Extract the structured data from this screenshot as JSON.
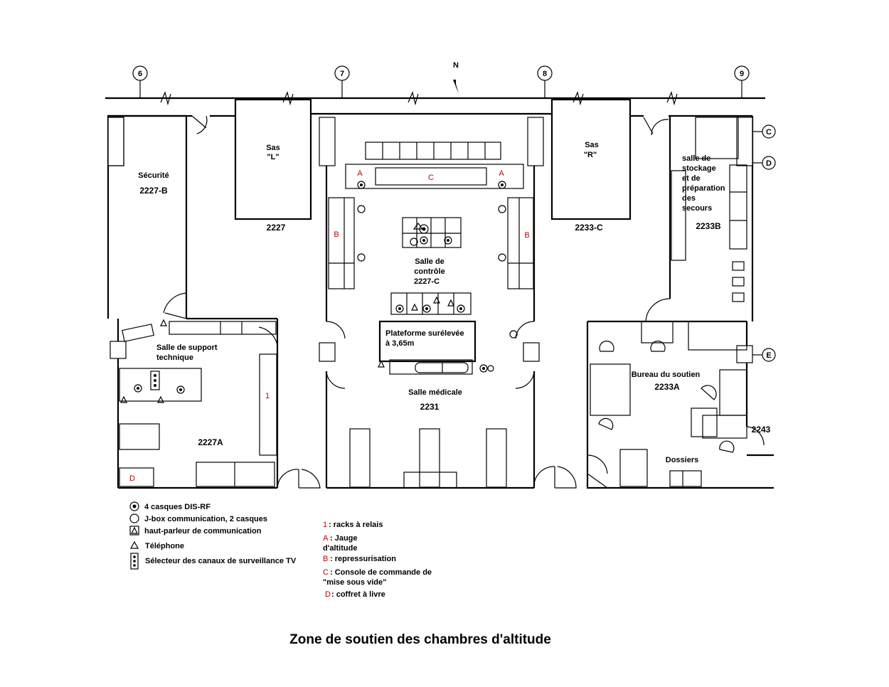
{
  "title": "Zone de soutien des chambres d'altitude",
  "north": "N",
  "grid_lines": {
    "g6": "6",
    "g7": "7",
    "g8": "8",
    "g9": "9",
    "gc": "C",
    "gd": "D",
    "ge": "E"
  },
  "rooms": {
    "sas_l": {
      "name_1": "Sas",
      "name_2": "\"L\"",
      "number": "2227"
    },
    "securite": {
      "name": "Sécurité",
      "number": "2227-B"
    },
    "control": {
      "name_1": "Salle de",
      "name_2": "contrôle",
      "number": "2227-C"
    },
    "sas_r": {
      "name_1": "Sas",
      "name_2": "\"R\"",
      "number": "2233-C"
    },
    "storage": {
      "line_1": "salle de",
      "line_2": "stockage",
      "line_3": "et de",
      "line_4": "préparation",
      "line_5": "des",
      "line_6": "secours",
      "number": "2233B"
    },
    "platform": {
      "line_1": "Plateforme surélevée",
      "line_2": "à 3,65m"
    },
    "tech_support": {
      "line_1": "Salle de support",
      "line_2": "technique",
      "number": "2227A"
    },
    "medical": {
      "name": "Salle médicale",
      "number": "2231"
    },
    "bureau": {
      "name": "Bureau du soutien",
      "number": "2233A"
    },
    "dossiers": {
      "name": "Dossiers"
    },
    "room_2243": {
      "number": "2243"
    }
  },
  "markers": {
    "a": "A",
    "b": "B",
    "c": "C",
    "d": "D",
    "one": "1"
  },
  "legend": {
    "symbols": [
      {
        "icon": "dis-rf-headset-icon",
        "label": "4 casques DIS-RF"
      },
      {
        "icon": "j-box-icon",
        "label": "J-box communication, 2 casques"
      },
      {
        "icon": "speaker-icon",
        "label": "haut-parleur de communication"
      },
      {
        "icon": "telephone-icon",
        "label": "Téléphone"
      },
      {
        "icon": "tv-selector-icon",
        "label": "Sélecteur des canaux de surveillance TV"
      }
    ],
    "keys": [
      {
        "key": "1",
        "text_1": ": racks à relais"
      },
      {
        "key": "A",
        "text_1": ": Jauge",
        "text_2": "d'altitude"
      },
      {
        "key": "B",
        "text_1": ": repressurisation"
      },
      {
        "key": "C",
        "text_1": ": Console de commande de",
        "text_2": "\"mise sous vide\""
      },
      {
        "key": "D",
        "text_1": ": coffret à livre"
      }
    ]
  },
  "colors": {
    "ink": "#000000",
    "key": "#c00000",
    "paper": "#ffffff"
  }
}
